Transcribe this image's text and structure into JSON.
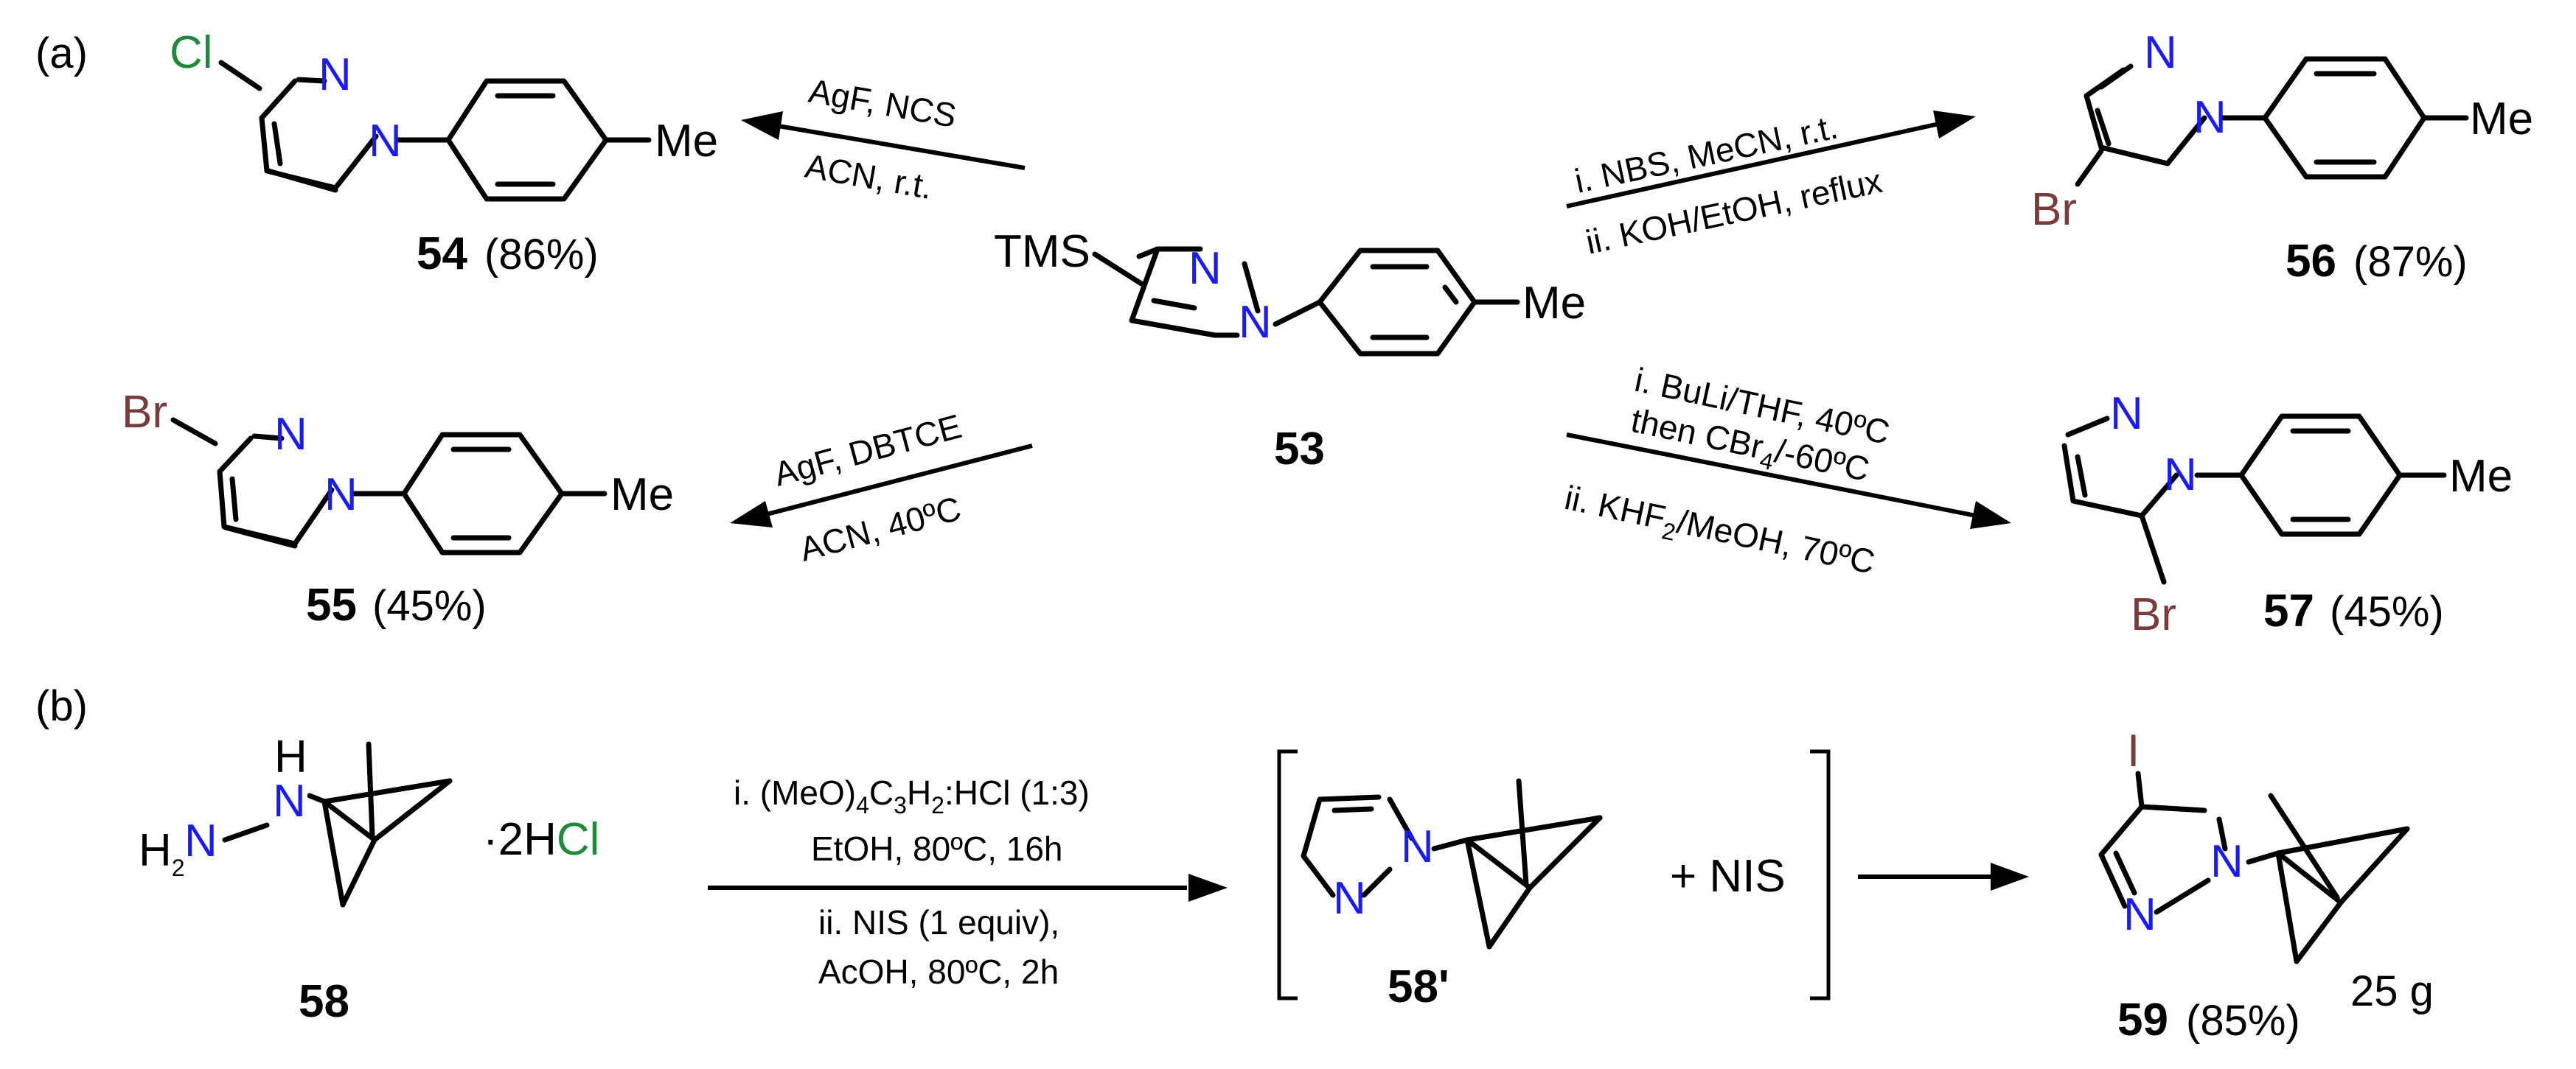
{
  "panels": {
    "a": "(a)",
    "b": "(b)"
  },
  "atoms": {
    "N": "N",
    "Me": "Me",
    "TMS": "TMS",
    "Cl": "Cl",
    "Br": "Br",
    "I": "I",
    "H": "H",
    "H2": "H",
    "two": "2",
    "dot_2H": "·2H",
    "Cl_salt": "Cl"
  },
  "compounds": {
    "c53": {
      "id": "53"
    },
    "c54": {
      "id": "54",
      "yield": "(86%)"
    },
    "c55": {
      "id": "55",
      "yield": "(45%)"
    },
    "c56": {
      "id": "56",
      "yield": "(87%)"
    },
    "c57": {
      "id": "57",
      "yield": "(45%)"
    },
    "c58": {
      "id": "58"
    },
    "c58p": {
      "id": "58'"
    },
    "c59": {
      "id": "59",
      "yield": "(85%)",
      "scale": "25 g"
    }
  },
  "conditions": {
    "to54": {
      "line1": "AgF, NCS",
      "line2": "ACN, r.t."
    },
    "to55": {
      "line1": "AgF, DBTCE",
      "line2": "ACN, 40ºC"
    },
    "to56": {
      "line1": "i. NBS, MeCN, r.t.",
      "line2": "ii. KOH/EtOH, reflux"
    },
    "to57": {
      "line1": "i. BuLi/THF, 40ºC",
      "line2a": "then CBr",
      "line2sub": "4",
      "line2b": "/-60ºC",
      "line3a": "ii. KHF",
      "line3sub": "2",
      "line3b": "/MeOH, 70ºC"
    },
    "to58p": {
      "line1a": "i. (MeO)",
      "line1sub1": "4",
      "line1b": "C",
      "line1sub2": "3",
      "line1c": "H",
      "line1sub3": "2",
      "line1d": ":HCl (1:3)",
      "line2": "EtOH, 80ºC, 16h",
      "line3": "ii. NIS (1 equiv),",
      "line4": "AcOH, 80ºC, 2h"
    },
    "plus_nis": "+  NIS"
  }
}
